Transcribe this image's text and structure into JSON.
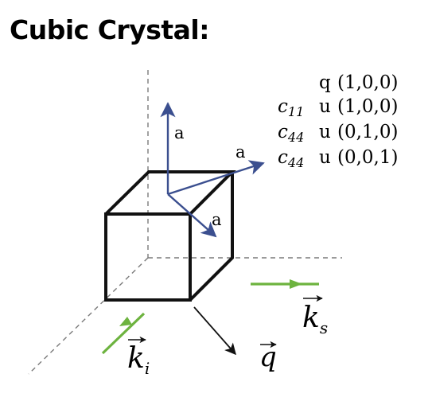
{
  "title": "Cubic Crystal:",
  "table": {
    "row_q": {
      "coef": "",
      "sym": "q",
      "vec": "(1,0,0)"
    },
    "row_1": {
      "coef_main": "c",
      "coef_sub": "11",
      "sym": "u",
      "vec": "(1,0,0)"
    },
    "row_2": {
      "coef_main": "c",
      "coef_sub": "44",
      "sym": "u",
      "vec": "(0,1,0)"
    },
    "row_3": {
      "coef_main": "c",
      "coef_sub": "44",
      "sym": "u",
      "vec": "(0,0,1)"
    }
  },
  "arrow_labels": {
    "up": "a",
    "right": "a",
    "down": "a"
  },
  "wavevectors": {
    "ki": {
      "main": "k",
      "sub": "i"
    },
    "ks": {
      "main": "k",
      "sub": "s"
    },
    "q": "q"
  },
  "colors": {
    "blue_arrow": "#3b4f8f",
    "green_arrow": "#6db33f",
    "cube": "#111111",
    "dash": "#7a7a7a",
    "text": "#000000"
  },
  "icons": {
    "wavevector_overarrow": "overarrow"
  }
}
